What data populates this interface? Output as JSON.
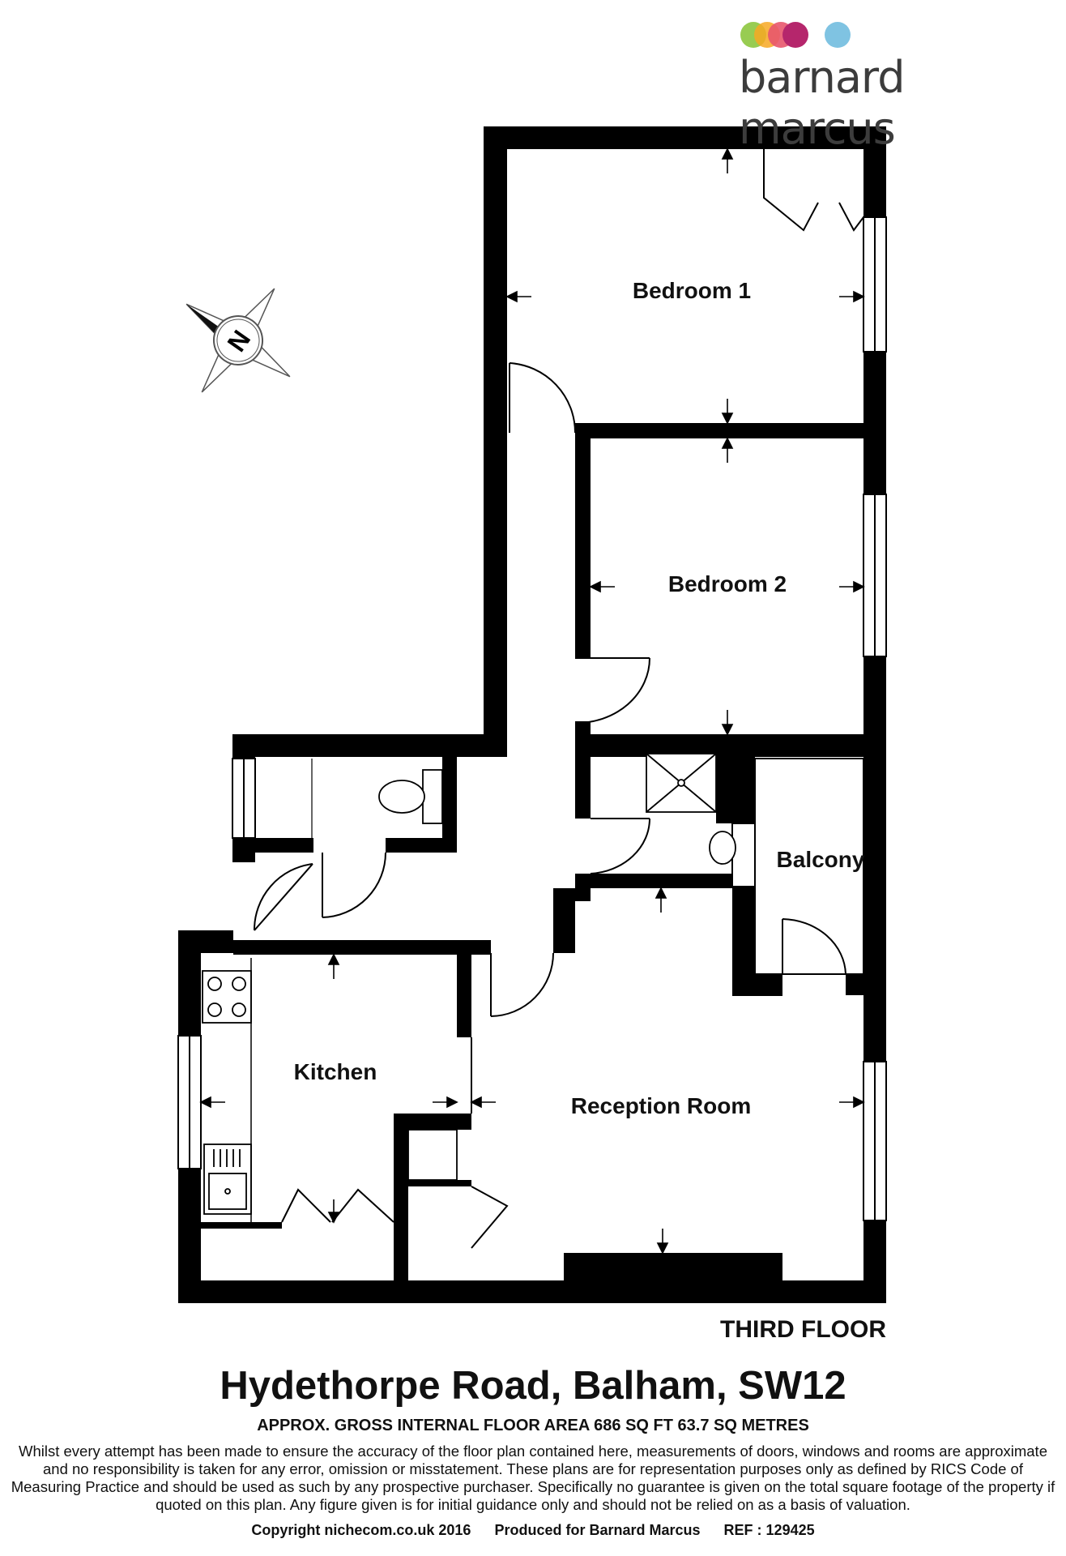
{
  "brand": {
    "name": "barnard marcus",
    "dot_colors": [
      "#8dc63f",
      "#f7a823",
      "#e8566d",
      "#b5266c",
      "#7fc3e2"
    ]
  },
  "compass": {
    "letter": "N"
  },
  "rooms": {
    "bedroom1": "Bedroom 1",
    "bedroom2": "Bedroom 2",
    "balcony": "Balcony",
    "kitchen": "Kitchen",
    "reception": "Reception Room"
  },
  "floor": "THIRD FLOOR",
  "address": "Hydethorpe Road, Balham, SW12",
  "area": "APPROX. GROSS INTERNAL FLOOR AREA 686 SQ FT 63.7 SQ METRES",
  "disclaimer": "Whilst every attempt has been made to ensure the accuracy of the floor plan contained here, measurements of doors, windows and rooms are approximate and no responsibility is taken for any error, omission or misstatement. These plans are for representation purposes only as defined by RICS Code of Measuring Practice and should be used as such by any prospective purchaser.  Specifically no guarantee is given on the total square footage of the property if quoted on this plan. Any figure given is for initial guidance only and should not be relied on as a basis of valuation.",
  "footer": {
    "copyright": "Copyright nichecom.co.uk 2016",
    "produced": "Produced for Barnard Marcus",
    "ref": "REF : 129425"
  }
}
